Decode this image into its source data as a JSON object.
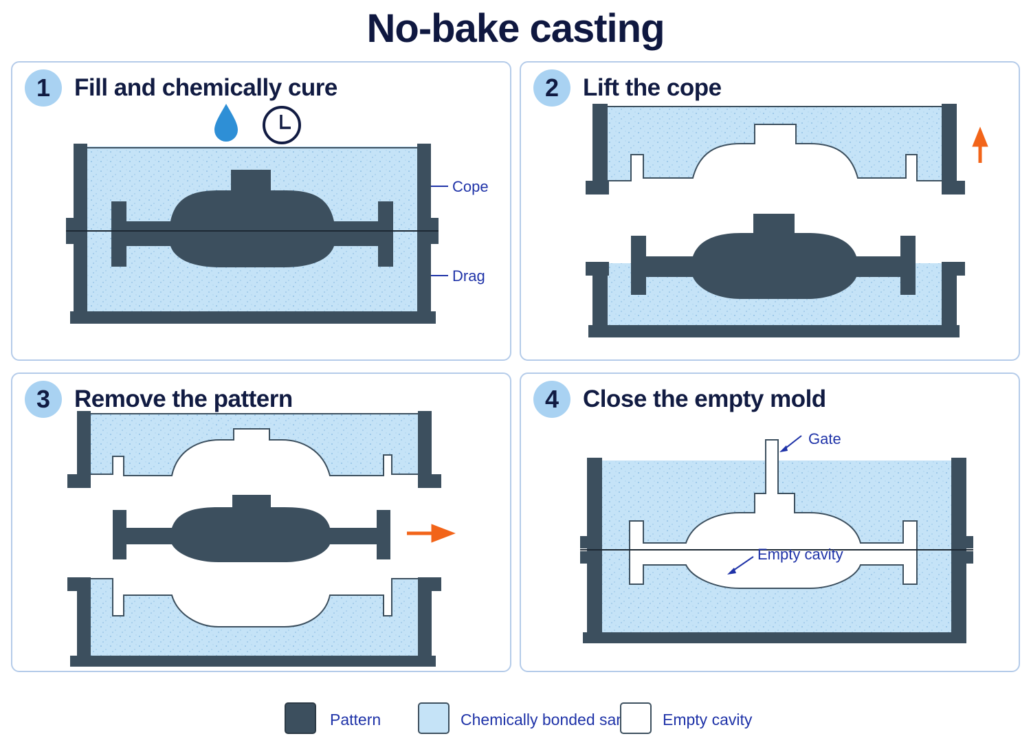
{
  "title": "No-bake casting",
  "steps": [
    {
      "number": "1",
      "title": "Fill and chemically cure",
      "labels": {
        "cope": "Cope",
        "drag": "Drag"
      },
      "icons": [
        "droplet-icon",
        "clock-icon"
      ]
    },
    {
      "number": "2",
      "title": "Lift the cope",
      "icons": [
        "up-arrow-icon"
      ]
    },
    {
      "number": "3",
      "title": "Remove the pattern",
      "icons": [
        "right-arrow-icon"
      ]
    },
    {
      "number": "4",
      "title": "Close the empty mold",
      "labels": {
        "gate": "Gate",
        "cavity": "Empty cavity"
      }
    }
  ],
  "legend": [
    {
      "label": "Pattern",
      "swatch": "pattern"
    },
    {
      "label": "Chemically bonded sand",
      "swatch": "sand"
    },
    {
      "label": "Empty cavity",
      "swatch": "cavity"
    }
  ],
  "colors": {
    "pattern": "#3c4f5e",
    "sand": "#c5e3f7",
    "cavity": "#ffffff",
    "accent_arrow": "#f26419",
    "label": "#1f33a8",
    "title": "#0f1840",
    "badge": "#a9d2f2",
    "panel_border": "#b4cbe9"
  }
}
